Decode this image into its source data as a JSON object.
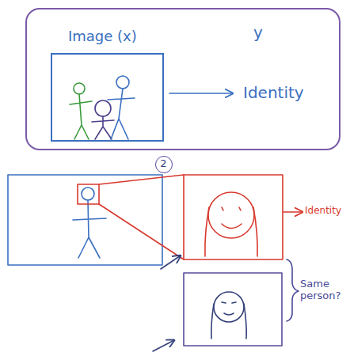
{
  "diagram": {
    "nodes": [
      {
        "text": [
          "y",
          "Identity"
        ]
      },
      {
        "text": [
          "Image (x)"
        ],
        "in": 0
      },
      {
        "text": [
          "2"
        ]
      }
    ],
    "labels": [
      "Identity",
      "Same person?"
    ]
  }
}
